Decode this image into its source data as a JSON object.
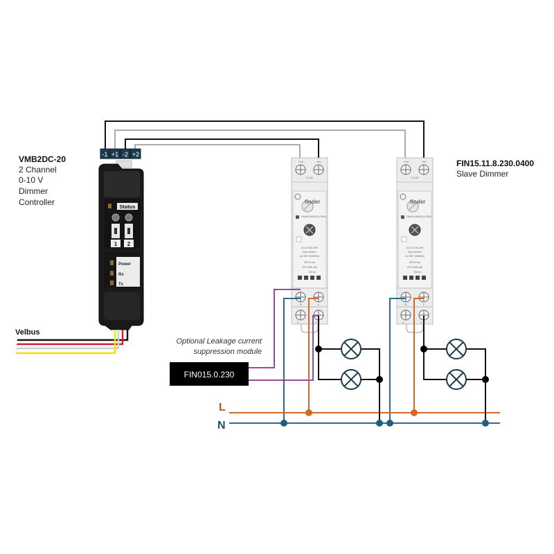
{
  "controller": {
    "model": "VMB2DC-20",
    "description_lines": [
      "2 Channel",
      "0-10 V",
      "Dimmer",
      "Controller"
    ],
    "terminals": [
      "-1",
      "+1",
      "-2",
      "+2"
    ],
    "status_label": "Status",
    "channel_labels": [
      "1",
      "2"
    ],
    "led_labels": [
      "Power",
      "Rx",
      "Tx"
    ]
  },
  "bus": {
    "title": "Velbus",
    "wire_labels": [
      "-",
      "+",
      "L",
      "H"
    ],
    "wire_colors": [
      "#111111",
      "#d62020",
      "#cfcfcf",
      "#f2e600"
    ]
  },
  "slave_dimmer": {
    "model": "FIN15.11.8.230.0400",
    "description": "Slave Dimmer",
    "top_terminals": [
      "+Yin",
      "-Yin"
    ],
    "range_label": "0-10V",
    "brand": "finder",
    "face_text": [
      "15.11.8.230.0400",
      "Slave Dimmer",
      "Un 230V~(50/60Hz)",
      "400 W max",
      "LED 100W max",
      "3W min"
    ],
    "mode_label": "ON/HOLD/MEM (4-PB/3)",
    "bottom_terminals": [
      "N",
      "L"
    ],
    "output_terminals": [
      "4",
      "4"
    ]
  },
  "suppression": {
    "caption_lines": [
      "Optional Leakage current",
      "suppression module"
    ],
    "module_label": "FIN015.0.230"
  },
  "mains": {
    "line_label": "L",
    "neutral_label": "N",
    "line_color": "#d06a2a",
    "neutral_color": "#2a6b8e",
    "purple_color": "#9a4a9e"
  }
}
